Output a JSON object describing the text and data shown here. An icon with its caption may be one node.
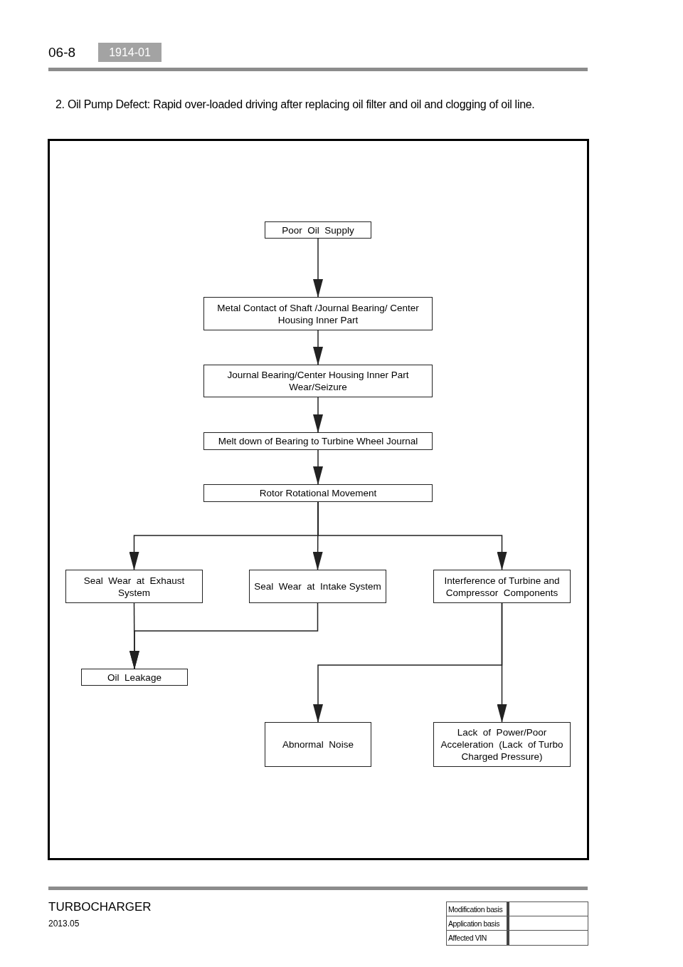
{
  "diagram": {
    "nodes": [
      {
        "text": [
          "Poor  Oil  Supply"
        ]
      },
      {
        "text": [
          "Metal Contact of Shaft /Journal Bearing/ Center Housing Inner Part"
        ]
      },
      {
        "text": [
          "Journal Bearing/Center Housing Inner Part Wear/Seizure"
        ]
      },
      {
        "text": [
          "Melt down of Bearing to Turbine Wheel Journal"
        ]
      },
      {
        "text": [
          "Rotor Rotational Movement"
        ]
      },
      {
        "text": [
          "Seal  Wear  at  Exhaust System"
        ]
      },
      {
        "text": [
          "Seal  Wear  at  Intake System"
        ]
      },
      {
        "text": [
          "Interference of Turbine and Compressor  Components"
        ]
      },
      {
        "text": [
          "Oil  Leakage"
        ]
      },
      {
        "text": [
          "Abnormal  Noise"
        ]
      },
      {
        "text": [
          "Lack  of  Power/Poor Acceleration  (Lack  of Turbo Charged Pressure)"
        ]
      }
    ],
    "edges": [
      {
        "from": 0,
        "to": 1,
        "arrow": "to"
      },
      {
        "from": 1,
        "to": 2,
        "arrow": "to"
      },
      {
        "from": 2,
        "to": 3,
        "arrow": "to"
      },
      {
        "from": 3,
        "to": 4,
        "arrow": "to"
      },
      {
        "from": 4,
        "to": 5,
        "arrow": "to"
      },
      {
        "from": 4,
        "to": 6,
        "arrow": "to"
      },
      {
        "from": 4,
        "to": 7,
        "arrow": "to"
      },
      {
        "from": 5,
        "to": 8,
        "arrow": "to"
      },
      {
        "from": 6,
        "to": 8,
        "arrow": "to"
      },
      {
        "from": 7,
        "to": 9,
        "arrow": "to"
      },
      {
        "from": 7,
        "to": 10,
        "arrow": "to"
      }
    ],
    "labels": [
      "06-8",
      "1914-01",
      "2. Oil Pump Defect: Rapid over-loaded driving after replacing oil filter and oil and clogging of oil line.",
      "TURBOCHARGER",
      "2013.05",
      "Modification basis",
      "Application basis",
      "Affected VIN"
    ]
  }
}
